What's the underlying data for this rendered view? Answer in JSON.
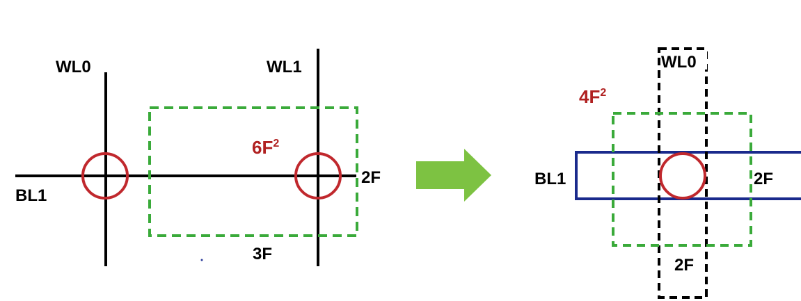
{
  "colors": {
    "line": "#000000",
    "cell_dashed": "#3aaa3a",
    "transistor": "#c0282d",
    "area_label": "#b02020",
    "bitline_box": "#1a2a8c",
    "arrow": "#7dc242"
  },
  "left_layout": {
    "wordline_0": "WL0",
    "wordline_1": "WL1",
    "bitline": "BL1",
    "cell_area": {
      "base": "6F",
      "exp": "2"
    },
    "cell_height": "2F",
    "cell_width": "3F"
  },
  "right_layout": {
    "wordline_0": "WL0",
    "bitline": "BL1",
    "cell_area": {
      "base": "4F",
      "exp": "2"
    },
    "cell_height": "2F",
    "cell_width": "2F"
  }
}
